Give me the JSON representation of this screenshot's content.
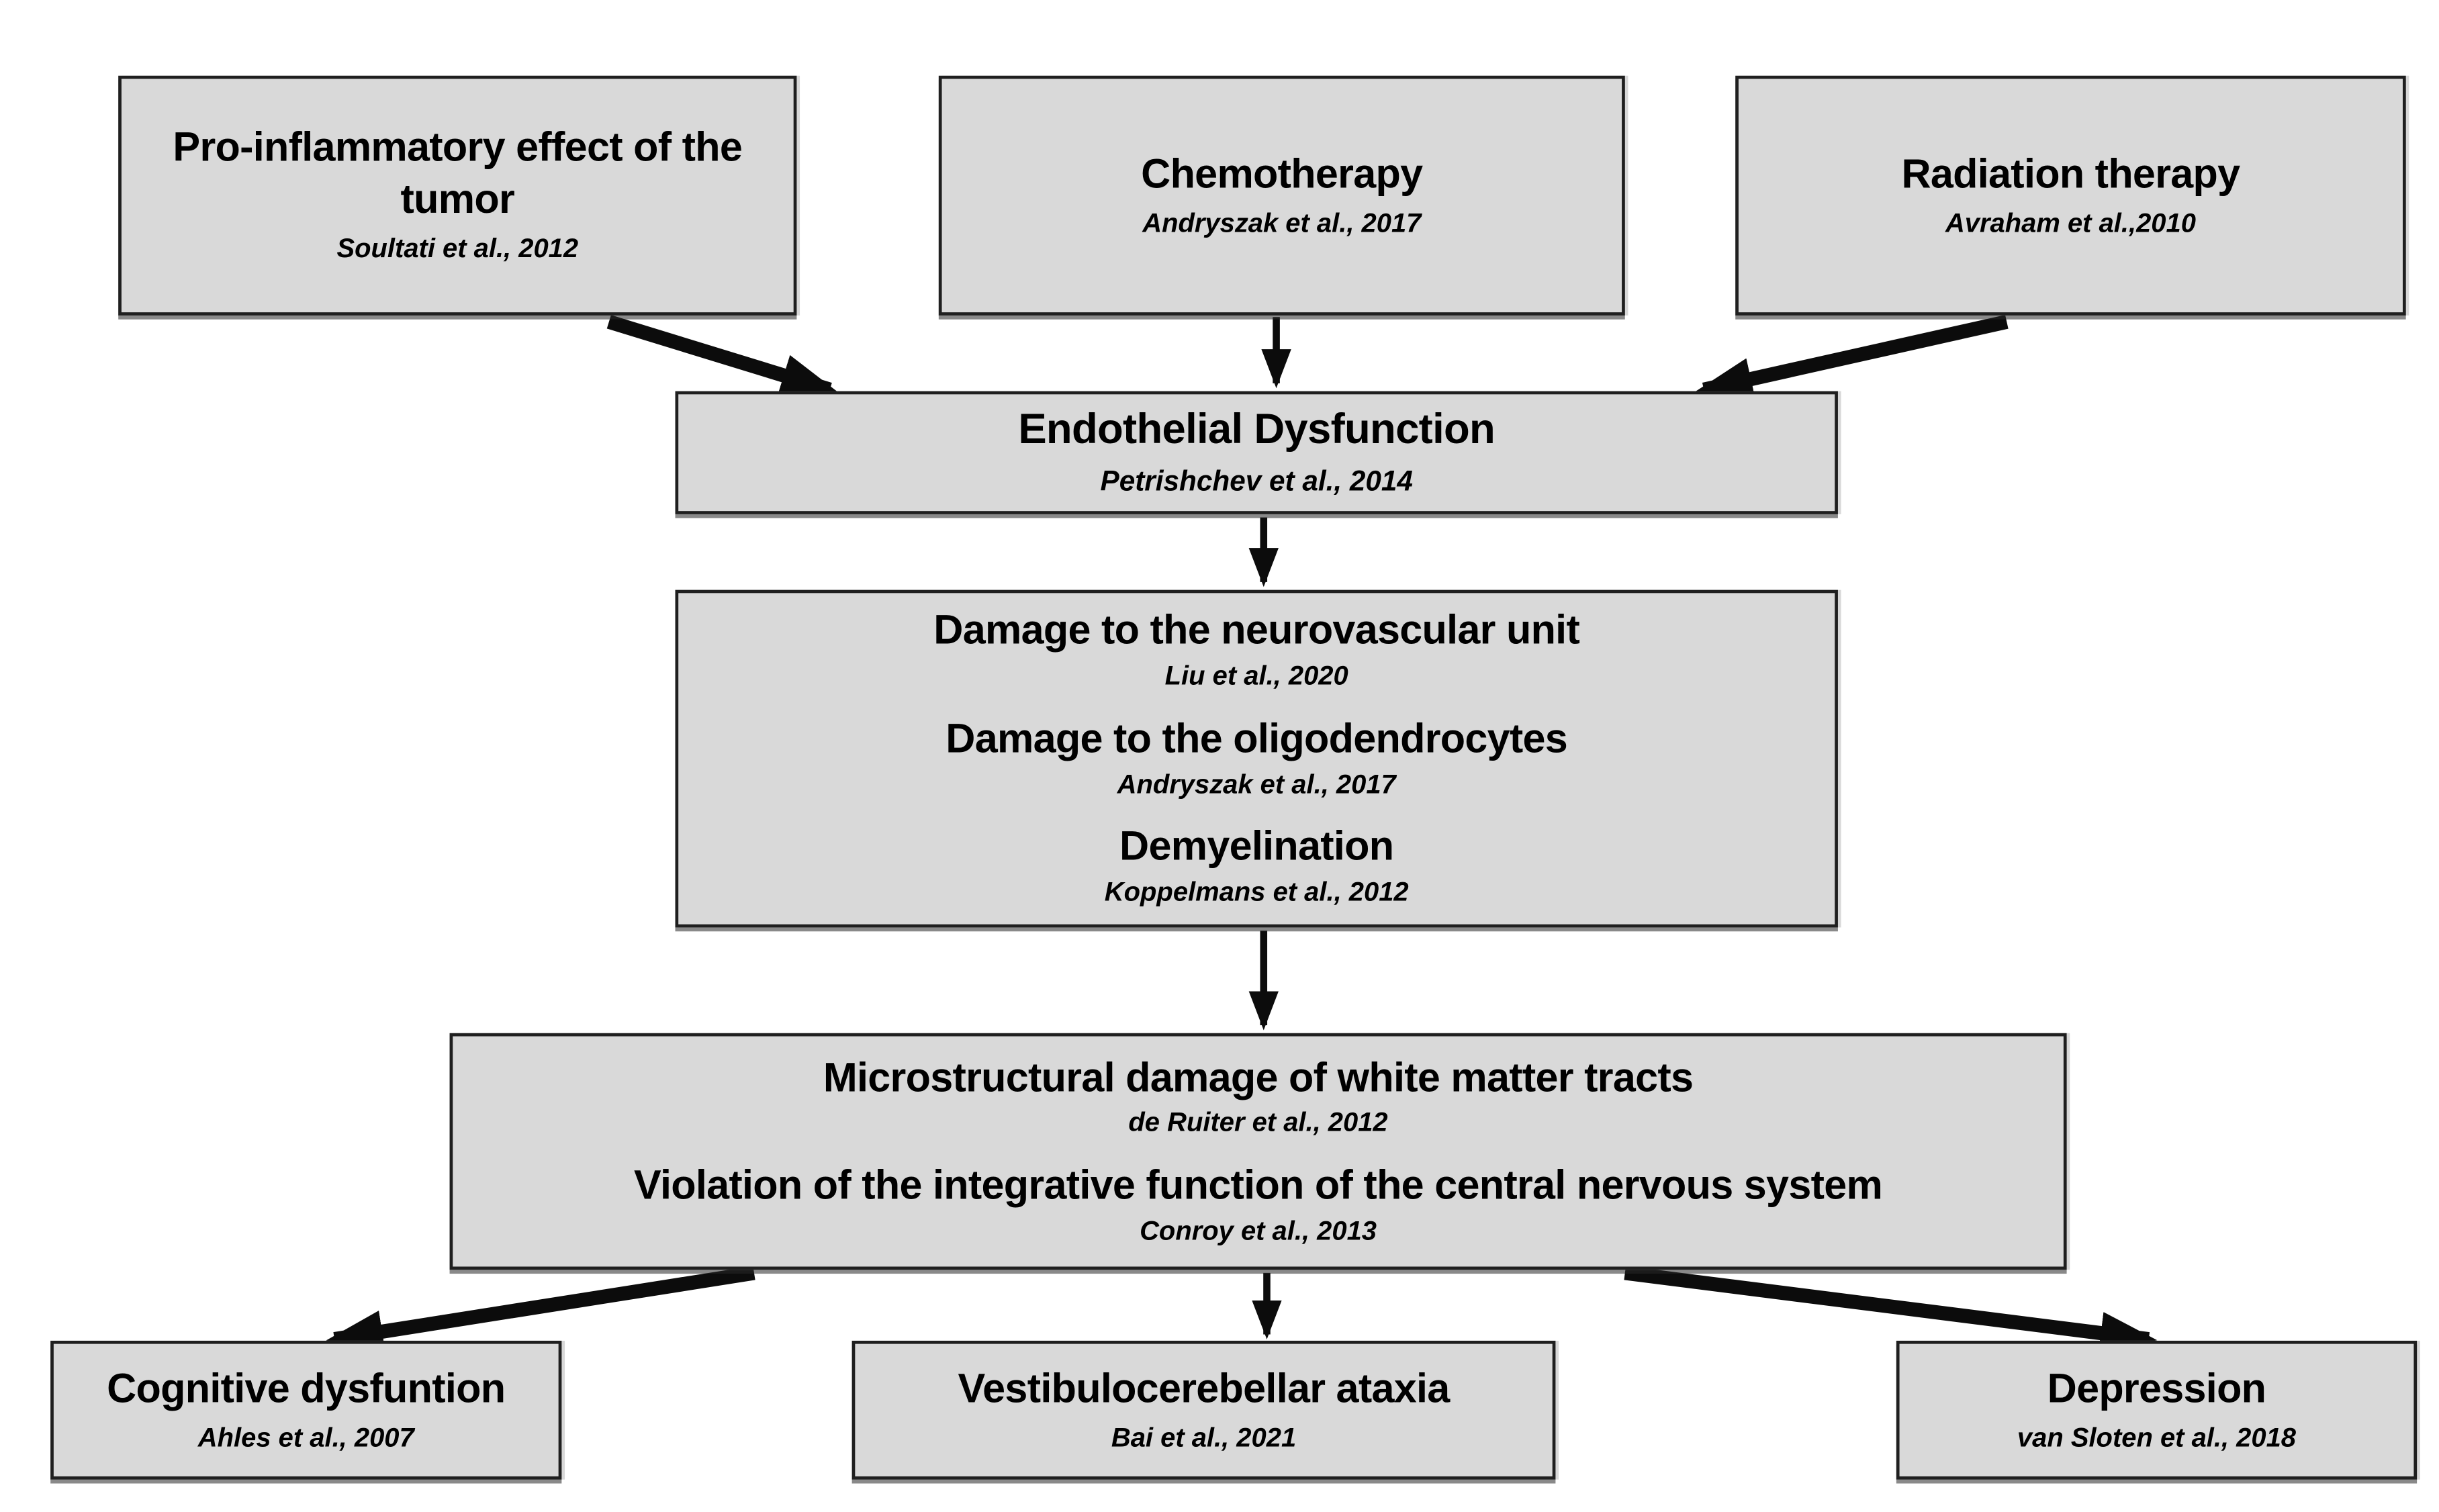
{
  "diagram": {
    "background_color": "#ffffff",
    "box_fill_color": "#d9d9d9",
    "box_border_color": "#1f1f1f",
    "arrow_color": "#0c0c0c",
    "nodes": {
      "tumor": {
        "title": "Pro-inflammatory effect of the tumor",
        "citation": "Soultati et al., 2012"
      },
      "chemo": {
        "title": "Chemotherapy",
        "citation": "Andryszak et al., 2017"
      },
      "radiation": {
        "title": "Radiation therapy",
        "citation": "Avraham et al.,2010"
      },
      "endothelial": {
        "title": "Endothelial Dysfunction",
        "citation": "Petrishchev et al., 2014"
      },
      "damage": {
        "entries": [
          {
            "title": "Damage to the neurovascular unit",
            "citation": "Liu et al., 2020"
          },
          {
            "title": "Damage to the oligodendrocytes",
            "citation": "Andryszak et al., 2017"
          },
          {
            "title": "Demyelination",
            "citation": "Koppelmans et al., 2012"
          }
        ]
      },
      "micro": {
        "entries": [
          {
            "title": "Microstructural damage of white matter tracts",
            "citation": "de Ruiter et al., 2012"
          },
          {
            "title": "Violation of the integrative function of the central nervous system",
            "citation": "Conroy et al., 2013"
          }
        ]
      },
      "cognitive": {
        "title": "Cognitive dysfuntion",
        "citation": "Ahles et al., 2007"
      },
      "ataxia": {
        "title": "Vestibulocerebellar ataxia",
        "citation": "Bai et al., 2021"
      },
      "depression": {
        "title": "Depression",
        "citation": "van Sloten et al., 2018"
      }
    }
  }
}
